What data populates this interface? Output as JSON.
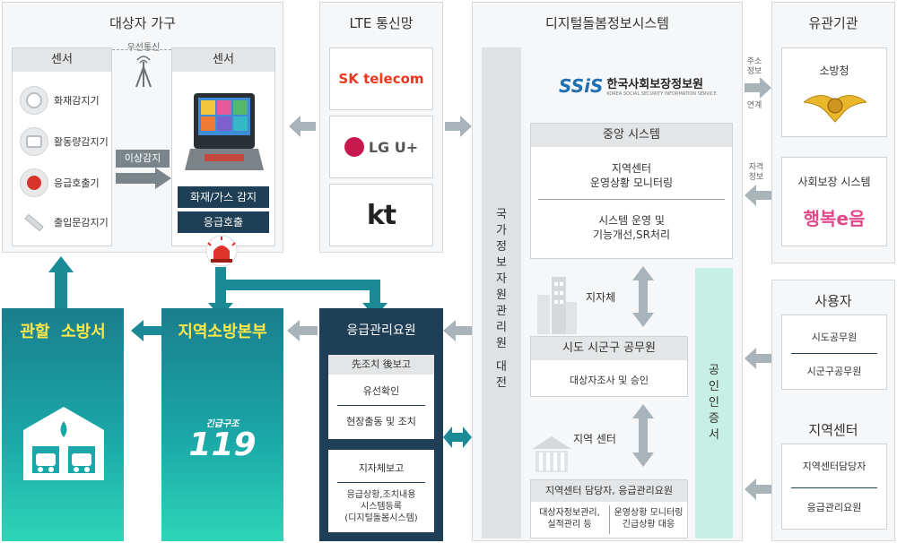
{
  "household": {
    "title": "대상자 가구",
    "sensor_header": "센서",
    "device_header": "센서",
    "wireless_label": "우선통신",
    "abnormal_label": "이상감지",
    "sensors": [
      "화재감지기",
      "활동량감지기",
      "응급호출기",
      "출입문감지기"
    ],
    "btn_fire_gas": "화재/가스 감지",
    "btn_emergency": "응급호출"
  },
  "lte": {
    "title": "LTE 통신망",
    "carriers": [
      "SK telecom",
      "LG U+",
      "kt"
    ]
  },
  "digital": {
    "title": "디지털돌봄정보시스템",
    "org_name": "한국사회보장정보원",
    "org_sub": "KOREA SOCIAL SECURITY INFORMATION SERVICE",
    "org_logo": "SSiS",
    "nirs_vertical": [
      "국",
      "가",
      "정",
      "보",
      "자",
      "원",
      "관",
      "리",
      "원",
      "",
      "대",
      "전"
    ],
    "central": {
      "title": "중앙 시스템",
      "line1a": "지역센터",
      "line1b": "운영상황 모니터링",
      "line2a": "시스템 운영 및",
      "line2b": "기능개선,SR처리"
    },
    "local_gov_label": "지자체",
    "sido": {
      "title": "시도 시군구 공무원",
      "desc": "대상자조사 및 승인"
    },
    "region_center_label": "지역 센터",
    "center_staff": {
      "title": "지역센터 담당자, 응급관리요원",
      "left_a": "대상자정보관리,",
      "left_b": "실적관리 등",
      "right_a": "운영상황 모니터링",
      "right_b": "긴급상황 대응"
    },
    "cert_vertical": [
      "공",
      "인",
      "인",
      "증",
      "서"
    ]
  },
  "related": {
    "title": "유관기관",
    "fire_agency": "소방청",
    "welfare_system": "사회보장 시스템",
    "welfare_logo": "행복e음",
    "addr_label_a": "주소",
    "addr_label_b": "정보",
    "link_label": "연계",
    "qual_label_a": "자격",
    "qual_label_b": "정보"
  },
  "users": {
    "title": "사용자",
    "items": [
      "시도공무원",
      "시군구공무원"
    ]
  },
  "region": {
    "title": "지역센터",
    "items": [
      "지역센터담당자",
      "응급관리요원"
    ]
  },
  "fire_station": {
    "title": "관할  소방서"
  },
  "fire_hq": {
    "title": "지역소방본부",
    "logo_top": "긴급구조",
    "logo_num": "119"
  },
  "emergency_staff": {
    "title": "응급관리요원",
    "box1_title": "先조치 後보고",
    "box1_a": "유선확인",
    "box1_b": "현장출동 및 조치",
    "box2_title": "지자체보고",
    "box2_a": "응급상황,조치내용",
    "box2_b": "시스템등록",
    "box2_c": "(디지털돌봄시스템)"
  },
  "colors": {
    "navy": "#1e3f55",
    "teal": "#1a9aa0",
    "yellow": "#ffe94a",
    "mint": "#c8efe4",
    "arrow_gray": "#a9b3ba"
  }
}
